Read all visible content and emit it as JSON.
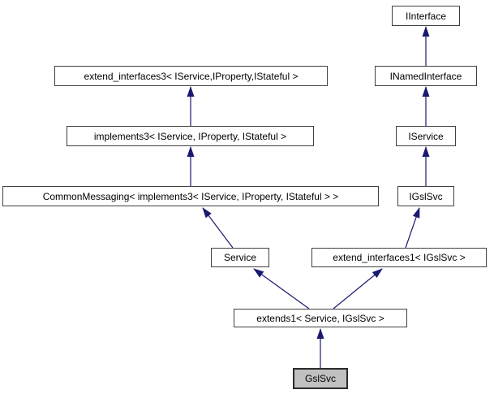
{
  "diagram": {
    "type": "class-inheritance-graph",
    "background_color": "#ffffff",
    "arrow_color": "#191970",
    "box_border_color": "#404040",
    "box_fill_color": "#ffffff",
    "highlight_fill_color": "#c0c0c0",
    "text_color": "#000000",
    "nodes": [
      {
        "id": "IInterface",
        "label": "IInterface",
        "highlighted": false
      },
      {
        "id": "extend_interfaces3",
        "label": "extend_interfaces3< IService,IProperty,IStateful >",
        "highlighted": false
      },
      {
        "id": "INamedInterface",
        "label": "INamedInterface",
        "highlighted": false
      },
      {
        "id": "implements3",
        "label": "implements3< IService, IProperty, IStateful >",
        "highlighted": false
      },
      {
        "id": "IService",
        "label": "IService",
        "highlighted": false
      },
      {
        "id": "CommonMessaging",
        "label": "CommonMessaging< implements3< IService, IProperty, IStateful > >",
        "highlighted": false
      },
      {
        "id": "IGslSvc",
        "label": "IGslSvc",
        "highlighted": false
      },
      {
        "id": "Service",
        "label": "Service",
        "highlighted": false
      },
      {
        "id": "extend_interfaces1",
        "label": "extend_interfaces1< IGslSvc >",
        "highlighted": false
      },
      {
        "id": "extends1",
        "label": "extends1< Service, IGslSvc >",
        "highlighted": false
      },
      {
        "id": "GslSvc",
        "label": "GslSvc",
        "highlighted": true
      }
    ],
    "edges": [
      {
        "from": "INamedInterface",
        "to": "IInterface"
      },
      {
        "from": "IService",
        "to": "INamedInterface"
      },
      {
        "from": "IGslSvc",
        "to": "IService"
      },
      {
        "from": "extend_interfaces1",
        "to": "IGslSvc"
      },
      {
        "from": "implements3",
        "to": "extend_interfaces3"
      },
      {
        "from": "CommonMessaging",
        "to": "implements3"
      },
      {
        "from": "Service",
        "to": "CommonMessaging"
      },
      {
        "from": "extends1",
        "to": "Service"
      },
      {
        "from": "extends1",
        "to": "extend_interfaces1"
      },
      {
        "from": "GslSvc",
        "to": "extends1"
      }
    ]
  }
}
